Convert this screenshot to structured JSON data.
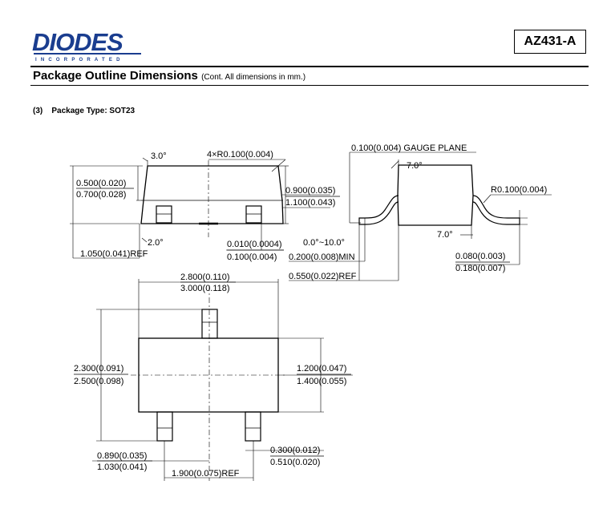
{
  "header": {
    "logo_text": "DIODES",
    "logo_subtext": "INCORPORATED",
    "part_number": "AZ431-A",
    "title": "Package Outline Dimensions",
    "title_note": "(Cont. All dimensions in mm.)",
    "package_index": "(3)",
    "package_type": "Package Type: SOT23"
  },
  "dims": {
    "angle_3": "3.0°",
    "radius_4x": "4×R0.100(0.004)",
    "h_min": "0.500(0.020)",
    "h_max": "0.700(0.028)",
    "body_h_min": "0.900(0.035)",
    "body_h_max": "1.100(0.043)",
    "angle_2": "2.0°",
    "standoff_min": "0.010(0.0004)",
    "standoff_max": "0.100(0.004)",
    "total_h_ref": "1.050(0.041)REF",
    "gauge_plane": "0.100(0.004) GAUGE PLANE",
    "angle_7_top": "7.0°",
    "radius_lead": "R0.100(0.004)",
    "angle_7_bot": "7.0°",
    "lead_angle": "0.0°~10.0°",
    "lead_min": "0.200(0.008)MIN",
    "lead_ref": "0.550(0.022)REF",
    "lead_thk_min": "0.080(0.003)",
    "lead_thk_max": "0.180(0.007)",
    "len_min": "2.800(0.110)",
    "len_max": "3.000(0.118)",
    "width_min": "2.300(0.091)",
    "width_max": "2.500(0.098)",
    "body_w_min": "1.200(0.047)",
    "body_w_max": "1.400(0.055)",
    "pitch_min": "0.890(0.035)",
    "pitch_max": "1.030(0.041)",
    "lead_w_min": "0.300(0.012)",
    "lead_w_max": "0.510(0.020)",
    "pitch_ref": "1.900(0.075)REF"
  }
}
